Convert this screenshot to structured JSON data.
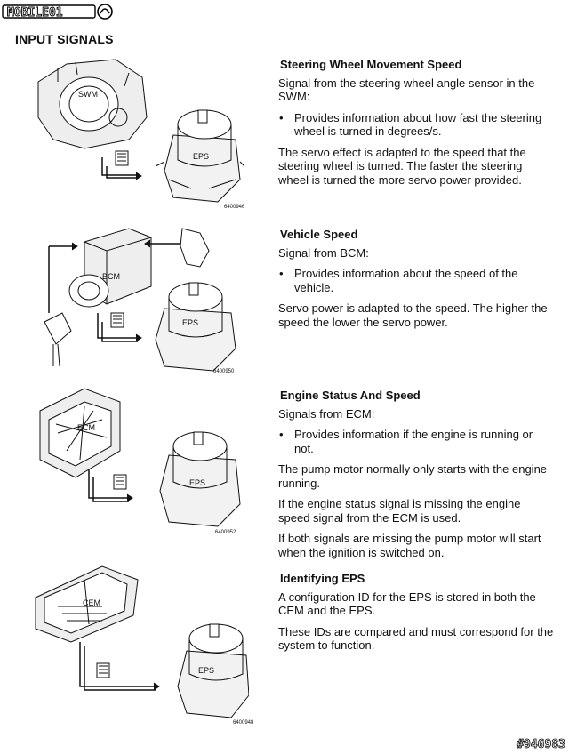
{
  "header": {
    "logo_text": "MOBILE01",
    "title": "INPUT SIGNALS"
  },
  "sections": [
    {
      "heading": "Steering Wheel Movement Speed",
      "intro": "Signal from the steering wheel angle sensor in the SWM:",
      "bullet": "Provides information about how fast the steering wheel is turned in degrees/s.",
      "paragraphs": [
        "The servo effect is adapted to the speed that the steering wheel is turned. The faster the steering wheel is turned the more servo power provided."
      ]
    },
    {
      "heading": "Vehicle Speed",
      "intro": "Signal from BCM:",
      "bullet": "Provides information about the speed of the vehicle.",
      "paragraphs": [
        "Servo power is adapted to the speed. The higher the speed the lower the servo power."
      ]
    },
    {
      "heading": "Engine Status And Speed",
      "intro": "Signals from ECM:",
      "bullet": "Provides information if the engine is running or not.",
      "paragraphs": [
        "The pump motor normally only starts with the engine running.",
        "If the engine status signal is missing the engine speed signal from the ECM is used.",
        "If both signals are missing the pump motor will start when the ignition is switched on."
      ]
    },
    {
      "heading": "Identifying EPS",
      "intro": "A configuration ID for the EPS is stored in both the CEM and the EPS.",
      "paragraphs": [
        "These IDs are compared and must correspond for the system to function."
      ]
    }
  ],
  "figures": [
    {
      "component": "SWM",
      "target": "EPS",
      "code": "6400946"
    },
    {
      "component": "BCM",
      "target": "EPS",
      "code": "6400950"
    },
    {
      "component": "ECM",
      "target": "EPS",
      "code": "6400952"
    },
    {
      "component": "CEM",
      "target": "EPS",
      "code": "6400948"
    }
  ],
  "bullet_symbol": "•",
  "watermark": "#946983"
}
